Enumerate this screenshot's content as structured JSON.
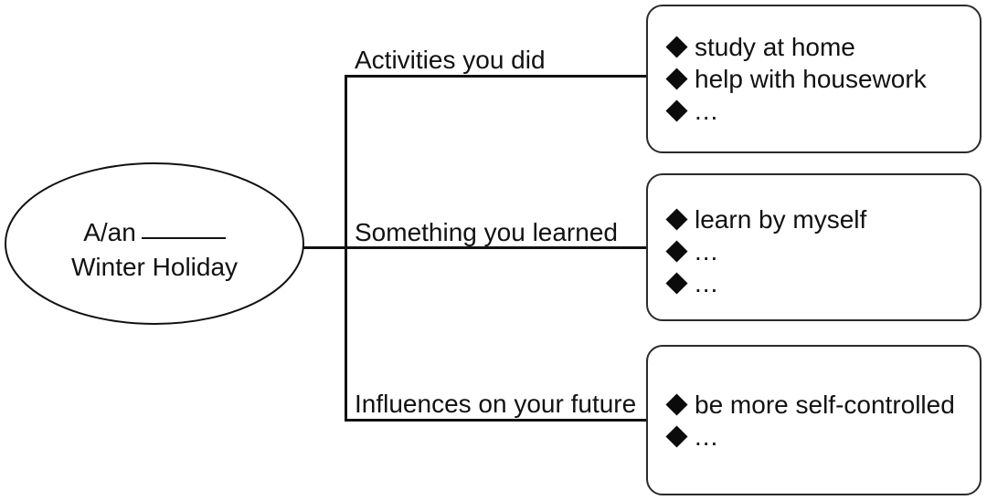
{
  "diagram": {
    "type": "mind-map",
    "center": {
      "line1_prefix": "A/an",
      "line1_blank": "______",
      "line2": "Winter Holiday",
      "shape": "ellipse"
    },
    "stroke_color": "#111111",
    "box_border_color": "#2b2b2b",
    "bullet_color": "#0b0b0b",
    "background": "#ffffff",
    "branches": [
      {
        "label": "Activities you did",
        "items": [
          {
            "bullet": "diamond-bullet-icon",
            "text": "study at home"
          },
          {
            "bullet": "diamond-bullet-icon",
            "text": "help with housework"
          },
          {
            "bullet": "diamond-bullet-icon",
            "text": "..."
          }
        ]
      },
      {
        "label": "Something you learned",
        "items": [
          {
            "bullet": "diamond-bullet-icon",
            "text": "learn by myself"
          },
          {
            "bullet": "diamond-bullet-icon",
            "text": "..."
          },
          {
            "bullet": "diamond-bullet-icon",
            "text": "..."
          }
        ]
      },
      {
        "label": "Influences on your future",
        "items": [
          {
            "bullet": "diamond-bullet-icon",
            "text": "be more self-controlled"
          },
          {
            "bullet": "diamond-bullet-icon",
            "text": "..."
          }
        ]
      }
    ]
  }
}
